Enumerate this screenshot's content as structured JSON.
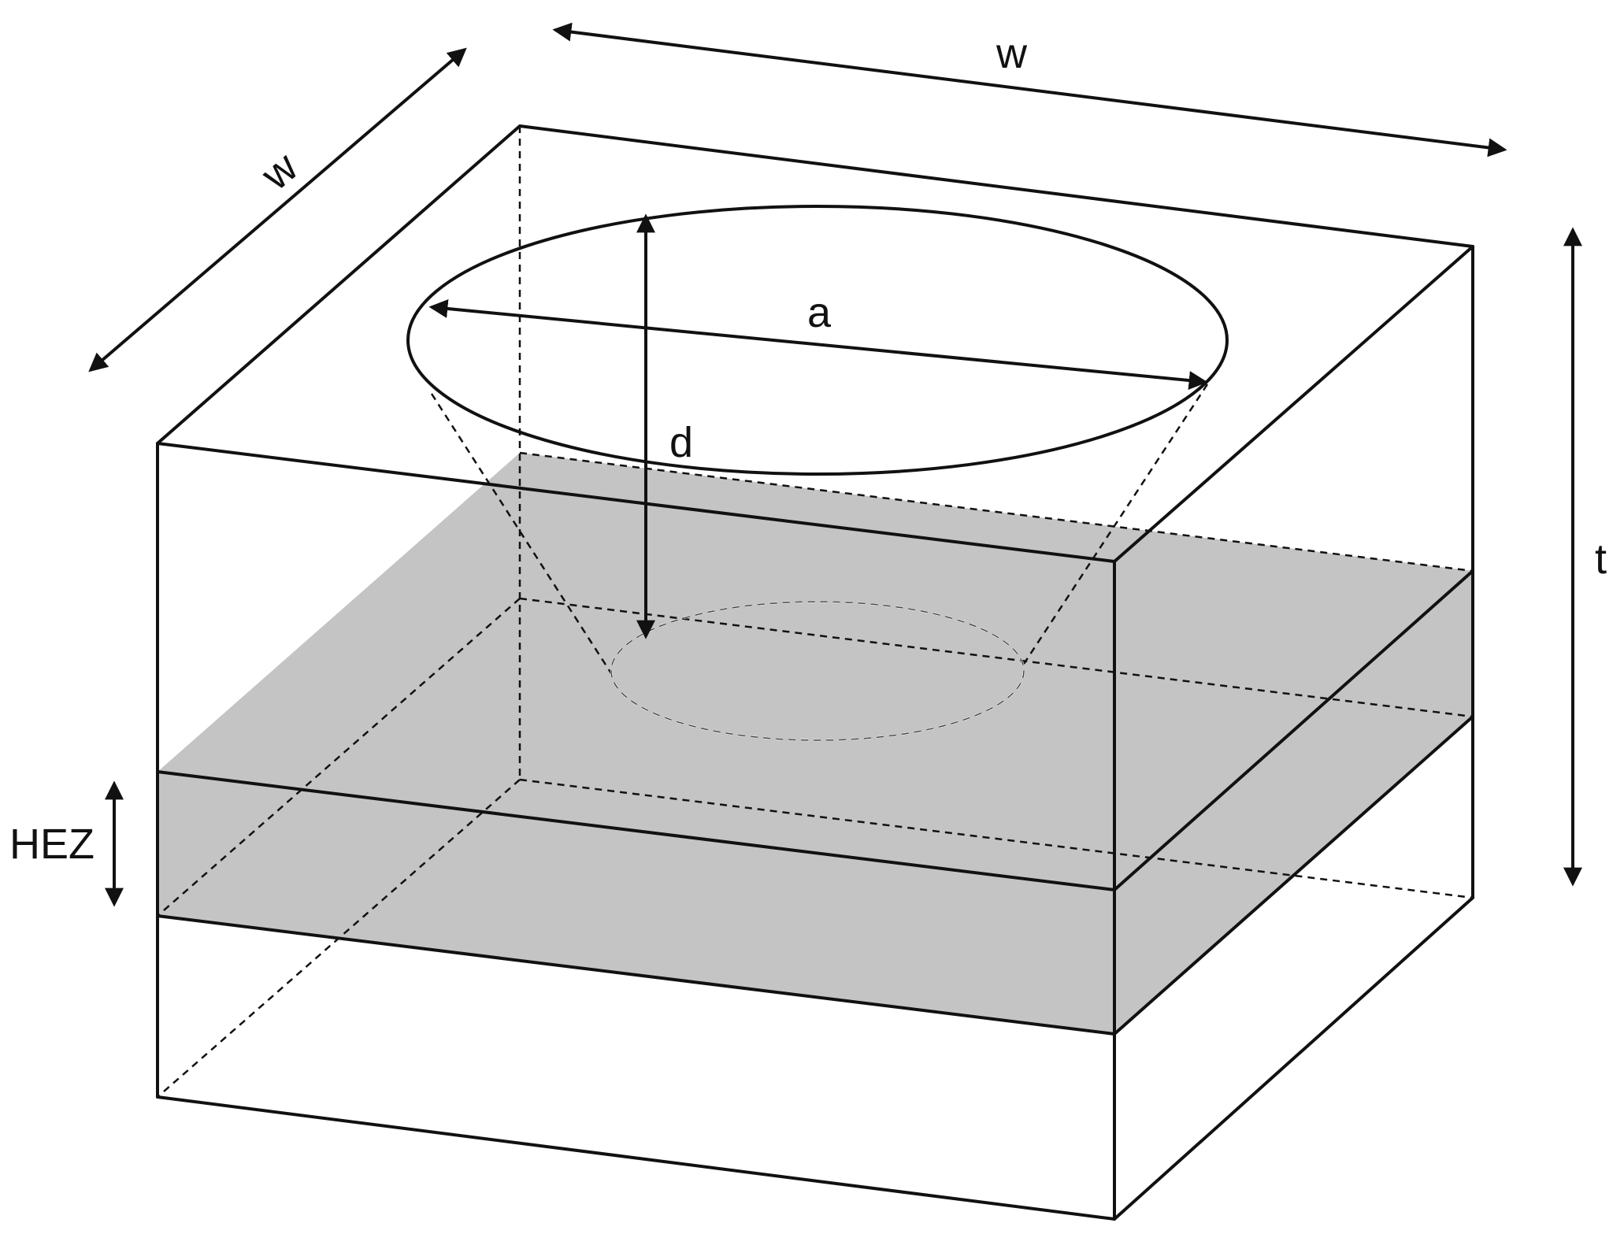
{
  "diagram": {
    "labels": {
      "width_top": "w",
      "width_side": "w",
      "thickness": "t",
      "crater_diameter": "a",
      "crater_depth": "d",
      "hez": "HEZ"
    },
    "colors": {
      "line": "#111111",
      "hez_fill": "#c4c4c4",
      "background": "#ffffff"
    }
  }
}
